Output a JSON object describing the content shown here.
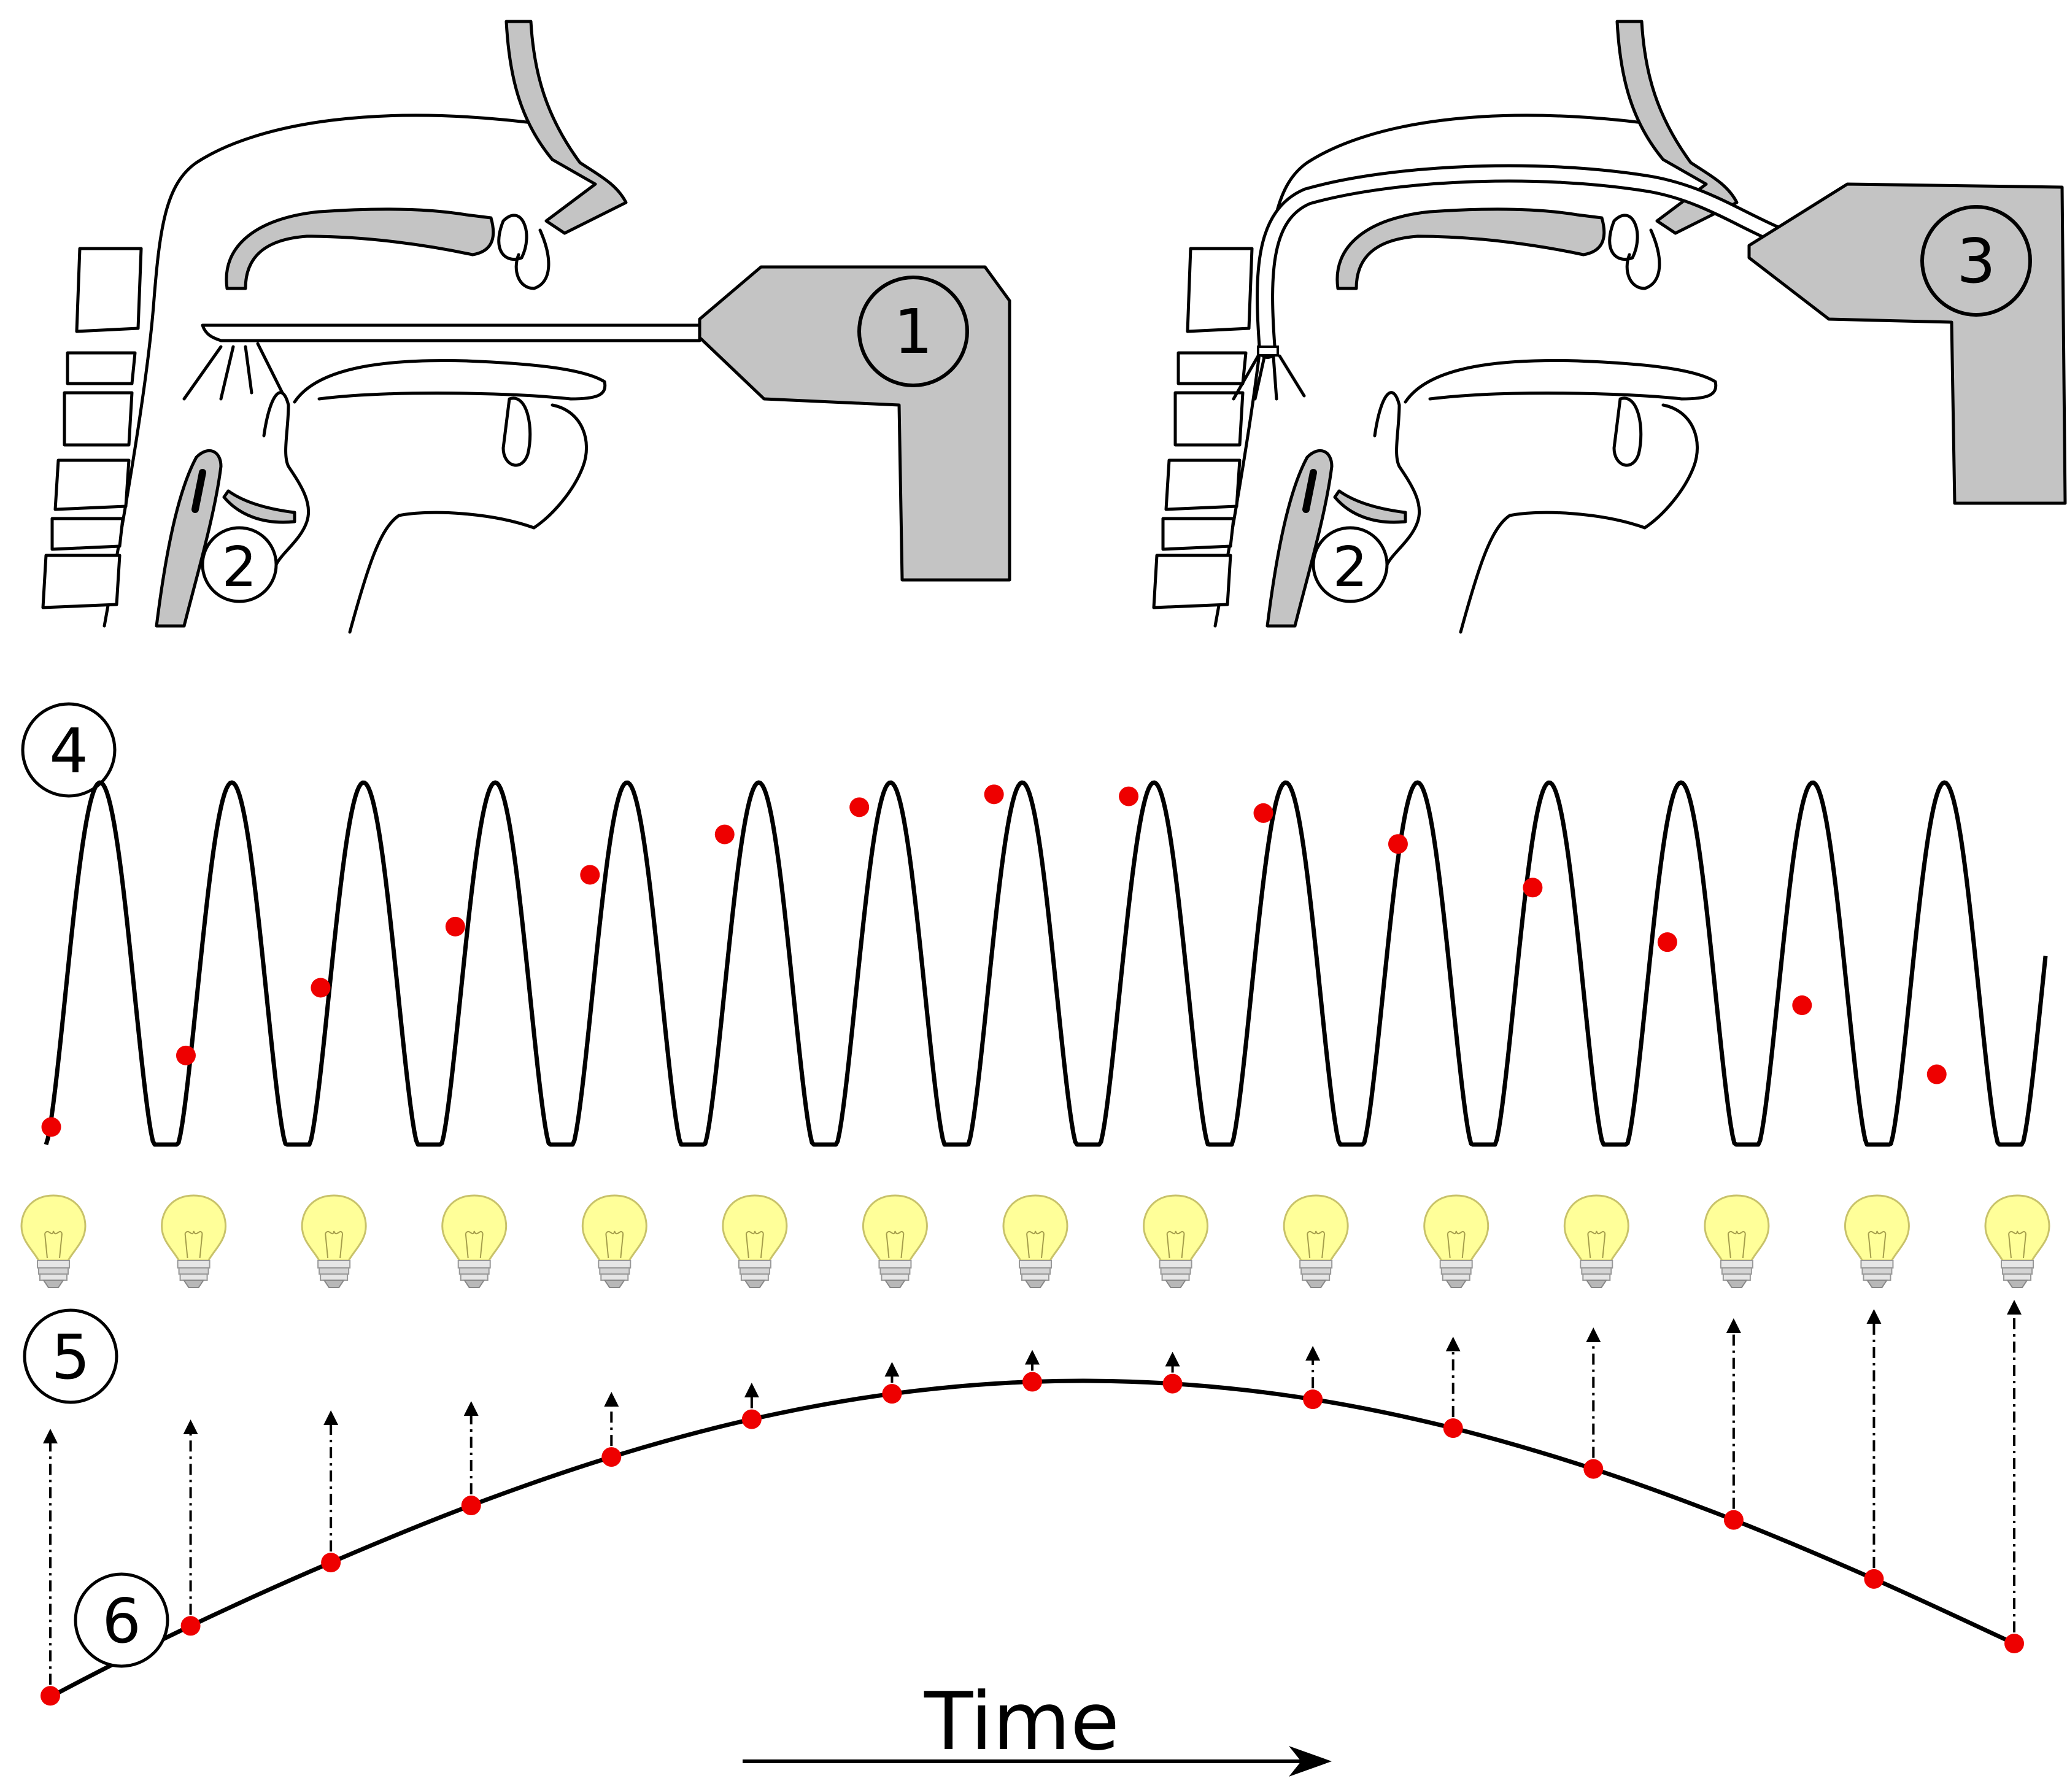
{
  "labels": {
    "device_1": "1",
    "throat_2_left": "2",
    "device_3": "3",
    "throat_2_right": "2",
    "signal_4": "4",
    "sampling_5": "5",
    "reconstruction_6": "6"
  },
  "time_axis": {
    "label": "Time"
  },
  "signal": {
    "cycles": 15,
    "samples": 15
  },
  "colors": {
    "sample_point": "#ee0000",
    "device_fill": "#c4c4c4",
    "bulb_glass": "#ffff99",
    "outline": "#000000"
  },
  "icons": {
    "bulb": "light-bulb-icon",
    "arrow": "dashed-up-arrow-icon"
  }
}
